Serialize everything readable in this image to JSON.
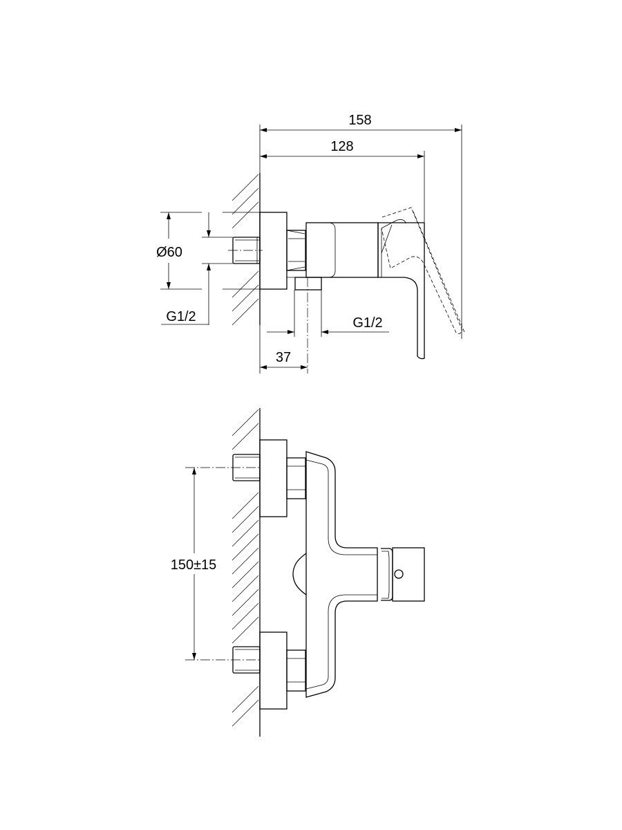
{
  "drawing": {
    "side_view": {
      "overall_length": "158",
      "body_length": "128",
      "flange_diameter": "Ø60",
      "inlet_thread": "G1/2",
      "outlet_thread": "G1/2",
      "outlet_offset": "37"
    },
    "front_view": {
      "inlet_spacing": "150±15"
    }
  }
}
